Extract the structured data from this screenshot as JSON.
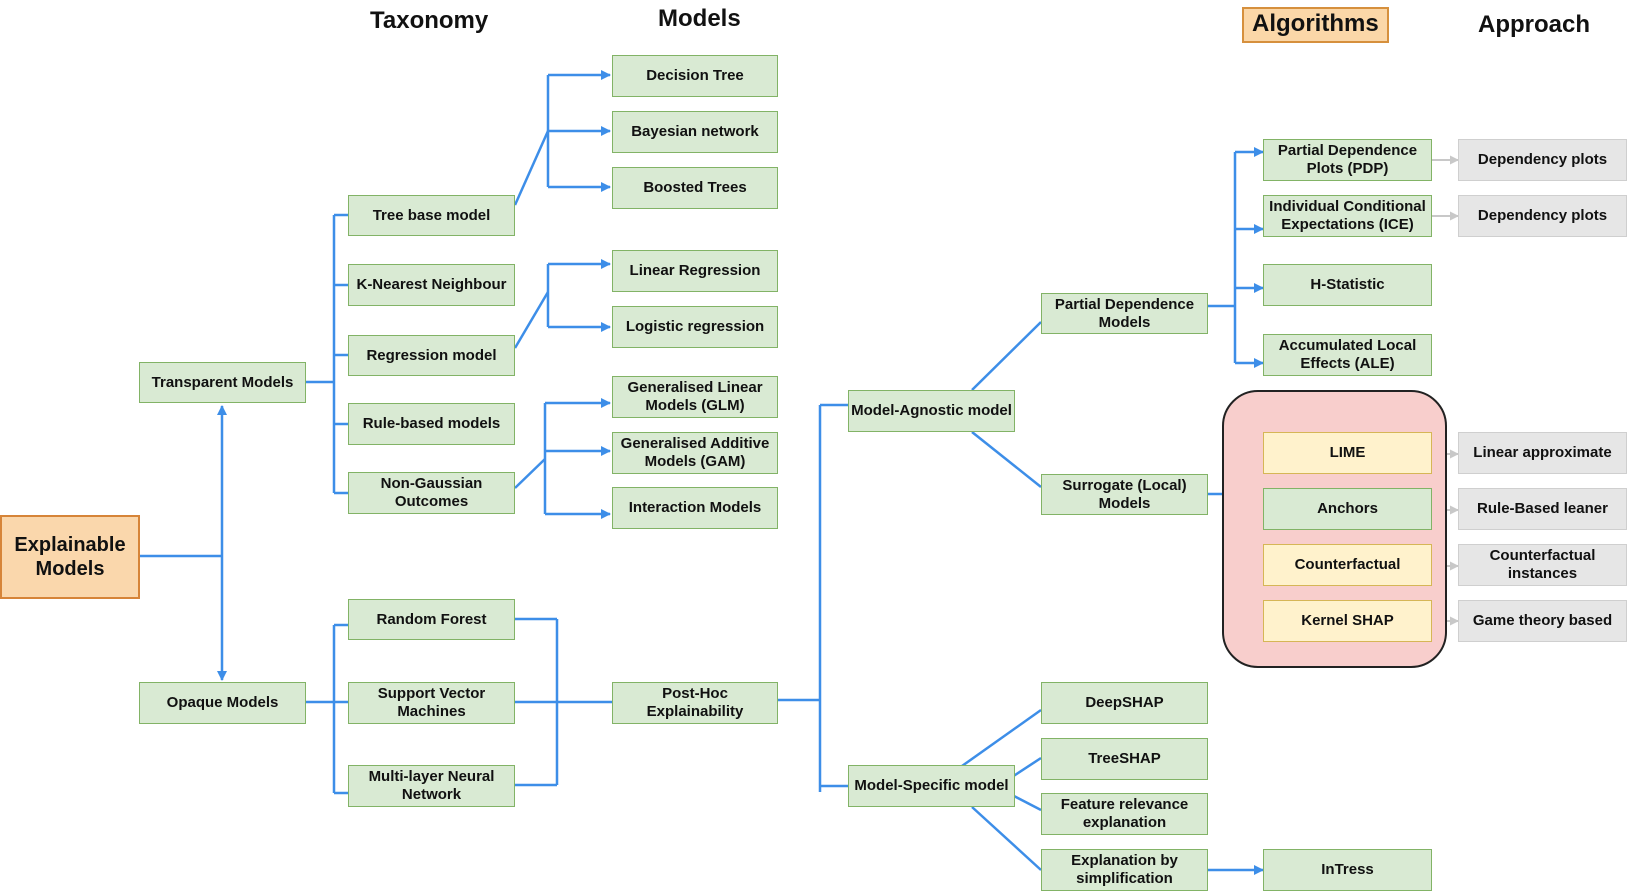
{
  "headers": {
    "taxonomy": "Taxonomy",
    "models": "Models",
    "algorithms": "Algorithms",
    "approach": "Approach"
  },
  "root": "Explainable Models",
  "taxonomy": {
    "transparent": "Transparent Models",
    "opaque": "Opaque Models"
  },
  "transparent_types": {
    "tree": "Tree base model",
    "knn": "K-Nearest Neighbour",
    "regression": "Regression model",
    "rule": "Rule-based models",
    "nongauss": "Non-Gaussian Outcomes"
  },
  "transparent_models": {
    "decision_tree": "Decision Tree",
    "bayesian": "Bayesian network",
    "boosted": "Boosted Trees",
    "linreg": "Linear Regression",
    "logreg": "Logistic regression",
    "glm": "Generalised Linear Models (GLM)",
    "gam": "Generalised Additive Models (GAM)",
    "interaction": "Interaction Models"
  },
  "opaque_types": {
    "rf": "Random Forest",
    "svm": "Support Vector Machines",
    "mlp": "Multi-layer Neural Network"
  },
  "posthoc": "Post-Hoc Explainability",
  "agnostic": "Model-Agnostic model",
  "specific": "Model-Specific model",
  "agnostic_children": {
    "pdm": "Partial Dependence Models",
    "surrogate": "Surrogate (Local) Models"
  },
  "pd_algorithms": {
    "pdp": "Partial Dependence Plots (PDP)",
    "ice": "Individual Conditional Expectations (ICE)",
    "hstat": "H-Statistic",
    "ale": "Accumulated Local Effects (ALE)"
  },
  "local_algorithms": {
    "lime": "LIME",
    "anchors": "Anchors",
    "counterfactual": "Counterfactual",
    "kernelshap": "Kernel SHAP"
  },
  "approaches": {
    "pdp": "Dependency plots",
    "ice": "Dependency plots",
    "lime": "Linear approximate",
    "anchors": "Rule-Based leaner",
    "counterfactual": "Counterfactual instances",
    "kernelshap": "Game theory based"
  },
  "specific_children": {
    "deepshap": "DeepSHAP",
    "treeshap": "TreeSHAP",
    "feature": "Feature relevance explanation",
    "simplification": "Explanation by simplification"
  },
  "intress": "InTress",
  "colors": {
    "edge": "#3d8ee8",
    "approach_arrow": "#c8c8c8",
    "node_green": "#d9ead3",
    "node_yellow": "#fff2cc",
    "node_gray": "#e6e6e6",
    "root_orange": "#fad7ac",
    "group_pink": "#f8cecc"
  }
}
